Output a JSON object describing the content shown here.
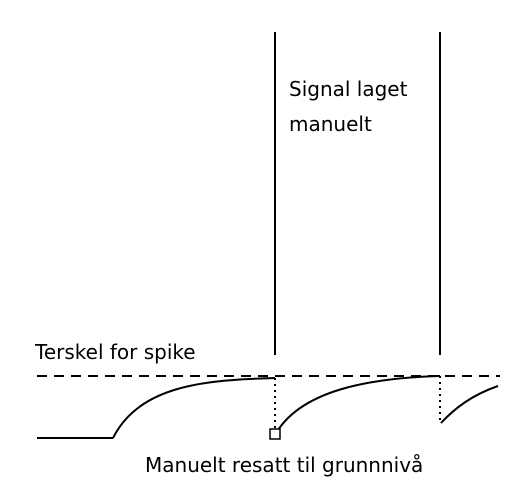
{
  "diagram": {
    "signal_label_line1": "Signal laget",
    "signal_label_line2": "manuelt",
    "threshold_label": "Terskel for spike",
    "reset_label": "Manuelt resatt til grunnnivå"
  },
  "colors": {
    "stroke": "#000000",
    "background": "#ffffff"
  }
}
